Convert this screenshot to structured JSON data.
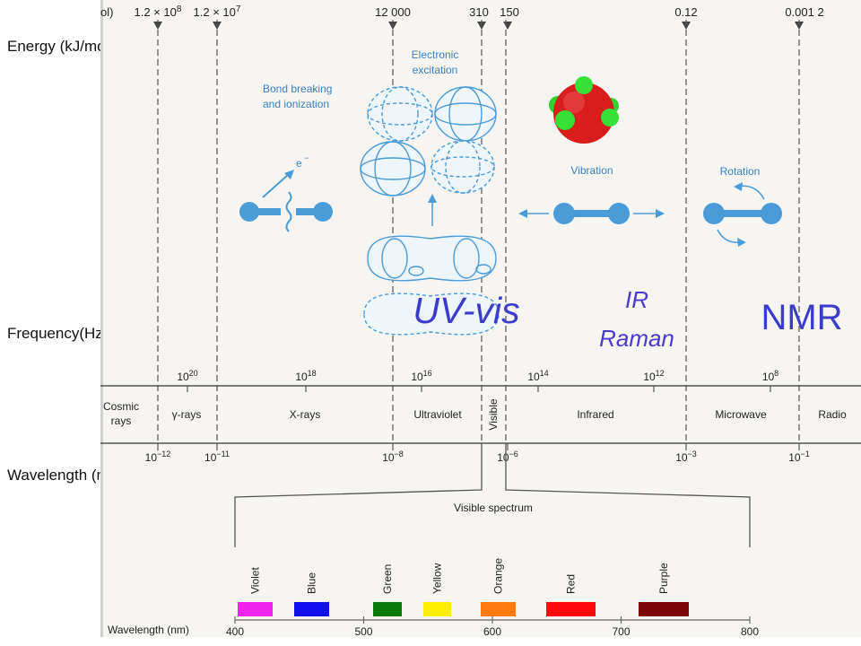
{
  "side_labels": {
    "energy": "Energy (kJ/mol)",
    "frequency": "Frequency(Hz)",
    "wavelength": "Wavelength (m)"
  },
  "energy_scale": {
    "partial_unit": "ol)",
    "ticks": [
      {
        "mantissa": "1.2 × 10",
        "exp": "8"
      },
      {
        "mantissa": "1.2 × 10",
        "exp": "7"
      },
      {
        "mantissa": "12 000",
        "exp": ""
      },
      {
        "mantissa": "310",
        "exp": ""
      },
      {
        "mantissa": "150",
        "exp": ""
      },
      {
        "mantissa": "0.12",
        "exp": ""
      },
      {
        "mantissa": "0.001 2",
        "exp": ""
      }
    ]
  },
  "processes": {
    "bond": [
      "Bond breaking",
      "and ionization"
    ],
    "electron": "e",
    "electronic": [
      "Electronic",
      "excitation"
    ],
    "vibration": "Vibration",
    "rotation": "Rotation"
  },
  "techniques": {
    "uvvis": "UV-vis",
    "ir": "IR",
    "raman": "Raman",
    "nmr": "NMR"
  },
  "frequency_ticks": [
    {
      "base": "10",
      "exp": "20"
    },
    {
      "base": "10",
      "exp": "18"
    },
    {
      "base": "10",
      "exp": "16"
    },
    {
      "base": "10",
      "exp": "14"
    },
    {
      "base": "10",
      "exp": "12"
    },
    {
      "base": "10",
      "exp": "8"
    }
  ],
  "regions": [
    {
      "label": [
        "Cosmic",
        "rays"
      ]
    },
    {
      "label": [
        "γ-rays"
      ]
    },
    {
      "label": [
        "X-rays"
      ]
    },
    {
      "label": [
        "Ultraviolet"
      ]
    },
    {
      "label": [
        "Visible"
      ]
    },
    {
      "label": [
        "Infrared"
      ]
    },
    {
      "label": [
        "Microwave"
      ]
    },
    {
      "label": [
        "Radio"
      ]
    }
  ],
  "wavelength_ticks": [
    {
      "base": "10",
      "exp": "−12"
    },
    {
      "base": "10",
      "exp": "−11"
    },
    {
      "base": "10",
      "exp": "−8"
    },
    {
      "base": "10",
      "exp": "−6"
    },
    {
      "base": "10",
      "exp": "−3"
    },
    {
      "base": "10",
      "exp": "−1"
    }
  ],
  "visible_spectrum": {
    "title": "Visible spectrum",
    "axis_label": "Wavelength (nm)",
    "axis_ticks": [
      "400",
      "500",
      "600",
      "700",
      "800"
    ],
    "colors": [
      {
        "name": "Violet",
        "color": "#ee22ee"
      },
      {
        "name": "Blue",
        "color": "#1010ee"
      },
      {
        "name": "Green",
        "color": "#0a7a0a"
      },
      {
        "name": "Yellow",
        "color": "#ffee00"
      },
      {
        "name": "Orange",
        "color": "#ff7a10"
      },
      {
        "name": "Red",
        "color": "#ff0a0a"
      },
      {
        "name": "Purple",
        "color": "#7a0606"
      }
    ]
  },
  "colors": {
    "illustration_blue": "#4a9bd8",
    "technique_blue": "#3c3ccc",
    "axis_gray": "#555555"
  }
}
